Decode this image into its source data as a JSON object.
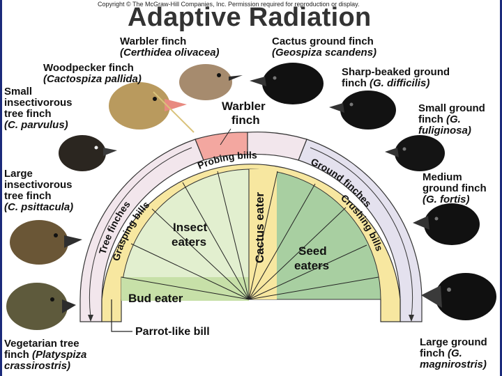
{
  "header": {
    "copyright": "Copyright © The McGraw-Hill Companies, Inc. Permission required for reproduction or display.",
    "title": "Adaptive Radiation"
  },
  "finches": {
    "warbler": {
      "name": "Warbler finch",
      "sci": "(Certhidea olivacea)"
    },
    "woodpecker": {
      "name": "Woodpecker finch",
      "sci": "(Cactospiza pallida)"
    },
    "small_insectivorous": {
      "line1": "Small",
      "line2": "insectivorous",
      "line3": "tree finch",
      "sci": "(C. parvulus)"
    },
    "large_insectivorous": {
      "line1": "Large",
      "line2": "insectivorous",
      "line3": "tree finch",
      "sci": "(C. psittacula)"
    },
    "vegetarian": {
      "line1": "Vegetarian tree",
      "line2_prefix": "finch ",
      "sci1": "(Platyspiza",
      "sci2": "crassirostris)"
    },
    "cactus_ground": {
      "name": "Cactus ground finch",
      "sci": "(Geospiza scandens)"
    },
    "sharp_beaked": {
      "line1": "Sharp-beaked ground",
      "line2_prefix": "finch ",
      "sci": "(G. difficilis)"
    },
    "small_ground": {
      "line1": "Small ground",
      "line2_prefix": "finch ",
      "sci1": "(G.",
      "sci2": "fuliginosa)"
    },
    "medium_ground": {
      "line1": "Medium",
      "line2": "ground finch",
      "sci": "(G. fortis)"
    },
    "large_ground": {
      "line1": "Large ground",
      "line2_prefix": "finch ",
      "sci1": "(G.",
      "sci2": "magnirostris)"
    }
  },
  "diagram": {
    "warbler_label_1": "Warbler",
    "warbler_label_2": "finch",
    "tree_finches": "Tree finches",
    "ground_finches": "Ground finches",
    "probing_bills": "Probing bills",
    "grasping_bills": "Grasping bills",
    "crushing_bills": "Crushing bills",
    "cactus_eater": "Cactus eater",
    "insect_eaters_1": "Insect",
    "insect_eaters_2": "eaters",
    "seed_eaters_1": "Seed",
    "seed_eaters_2": "eaters",
    "bud_eater": "Bud eater",
    "parrot_like_bill": "Parrot-like bill"
  },
  "colors": {
    "outer_band": "#f2e6ec",
    "outer_band_right": "#e4e1ee",
    "bill_band": "#f7e7a0",
    "warbler_segment": "#f3a7a0",
    "insect_fill": "#e2efcf",
    "seed_fill": "#a8cfa1",
    "bud_fill": "#c7e0a8",
    "frame_border": "#1b2a7a"
  }
}
